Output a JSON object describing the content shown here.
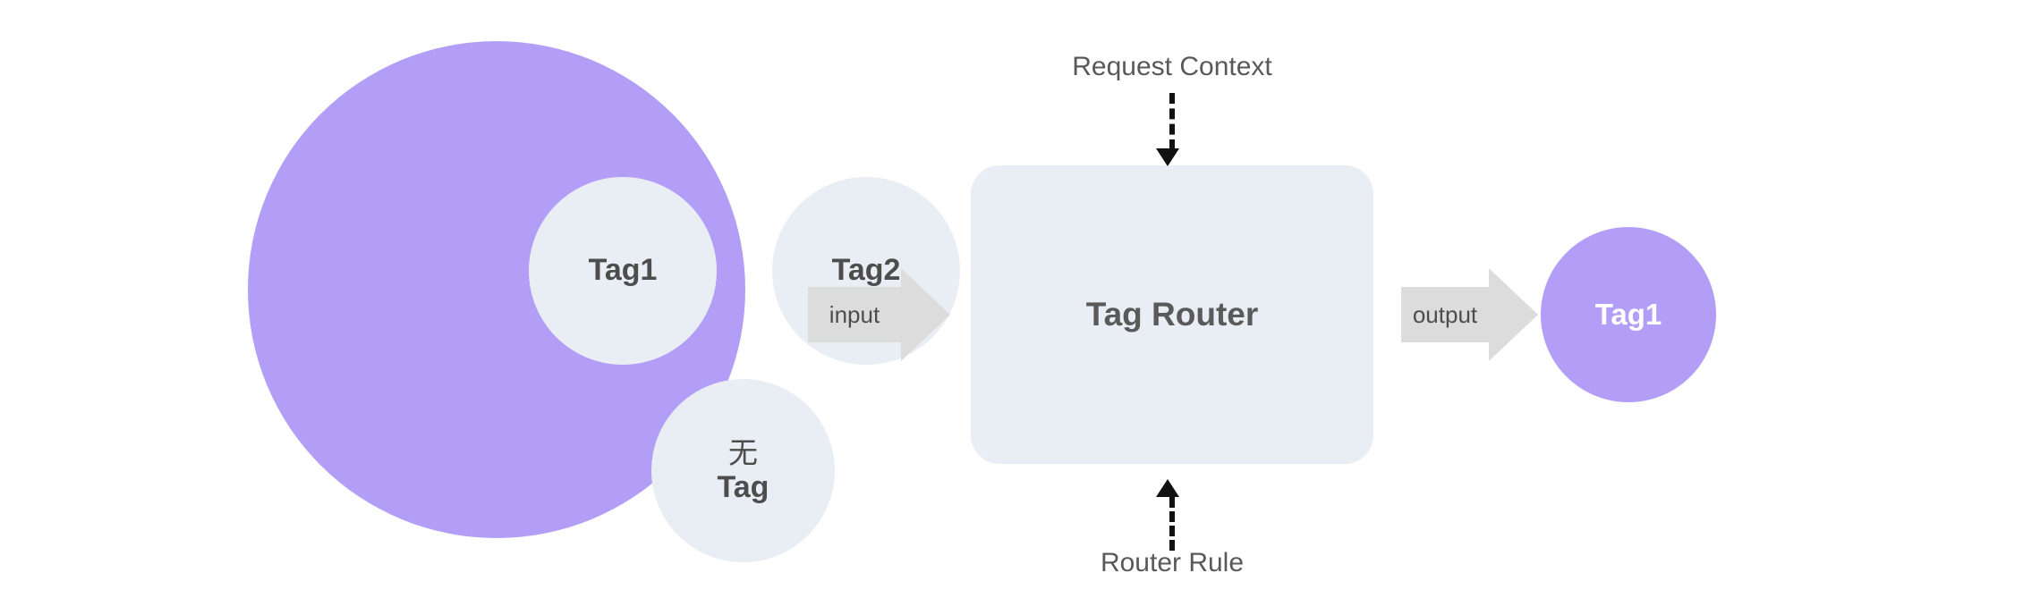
{
  "diagram": {
    "title": "Tag Router flow",
    "colors": {
      "purple": "#b39ef7",
      "light_panel": "#e9edf4",
      "arrow_grey": "#dcdcdc",
      "text_dark": "#4d4d4d",
      "text_white": "#ffffff",
      "dash_black": "#111111"
    },
    "tag_pool": {
      "bubbles": [
        {
          "label": "Tag1"
        },
        {
          "label": "Tag2"
        },
        {
          "label_cn": "无",
          "label_en": "Tag"
        }
      ]
    },
    "input_arrow": {
      "label": "input"
    },
    "router": {
      "label": "Tag Router"
    },
    "annotations": {
      "top": {
        "label": "Request Context",
        "direction": "down"
      },
      "bottom": {
        "label": "Router Rule",
        "direction": "up"
      }
    },
    "output_arrow": {
      "label": "output"
    },
    "output_node": {
      "label": "Tag1"
    }
  }
}
